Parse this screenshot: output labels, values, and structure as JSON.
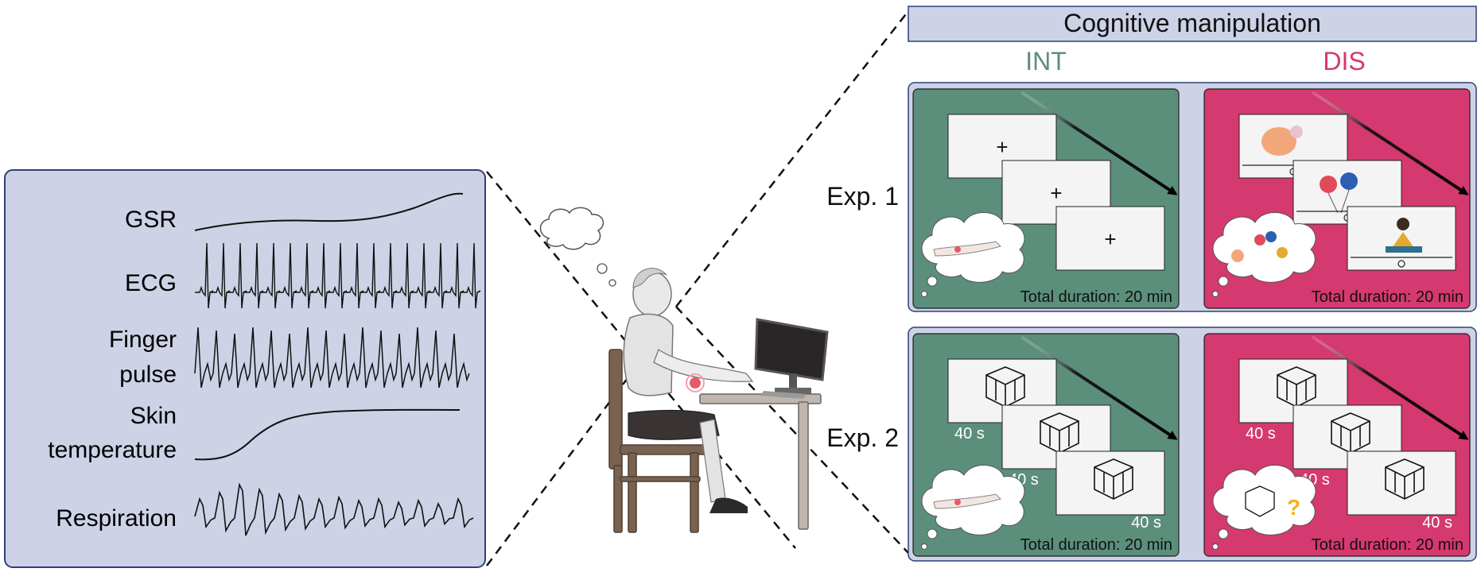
{
  "signals": {
    "items": [
      {
        "label_lines": [
          "GSR"
        ],
        "kind": "gsr"
      },
      {
        "label_lines": [
          "ECG"
        ],
        "kind": "ecg"
      },
      {
        "label_lines": [
          "Finger",
          "pulse"
        ],
        "kind": "pulse"
      },
      {
        "label_lines": [
          "Skin",
          "temperature"
        ],
        "kind": "temp"
      },
      {
        "label_lines": [
          "Respiration"
        ],
        "kind": "resp"
      }
    ]
  },
  "manipulation": {
    "title": "Cognitive manipulation",
    "conditions": [
      {
        "label": "INT",
        "color": "#5b8f7b"
      },
      {
        "label": "DIS",
        "color": "#d4396f"
      }
    ]
  },
  "experiments": [
    {
      "label": "Exp. 1",
      "screen_kind": "fixation",
      "screen_label": ""
    },
    {
      "label": "Exp. 2",
      "screen_kind": "rotation",
      "screen_label": "40 s"
    }
  ],
  "duration_label": "Total duration: 20 min",
  "colors": {
    "panel_bg": "#cdd2e6",
    "panel_border": "#2f3f7a",
    "int_fill": "#5b8f7b",
    "dis_fill": "#d4396f",
    "int_text": "#5b8f7b",
    "dis_text": "#d4396f"
  },
  "icons": [
    "thought-bubble-icon",
    "person-at-computer-icon",
    "arm-heat-stimulus-icon",
    "balloons-icon",
    "video-player-icon",
    "mental-rotation-block-icon",
    "question-mark-icon"
  ]
}
